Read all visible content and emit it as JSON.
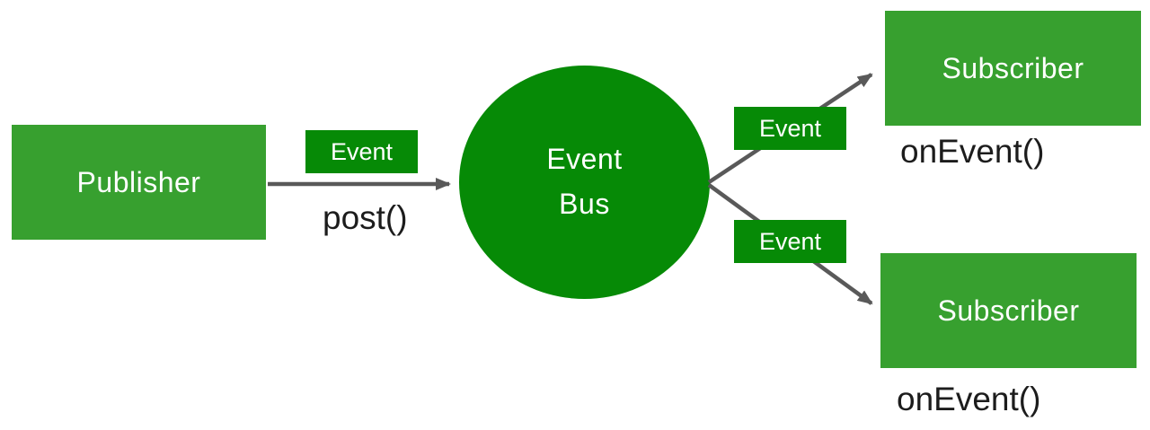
{
  "diagram": {
    "publisher": {
      "label": "Publisher",
      "method": "post()"
    },
    "event_bus": {
      "line1": "Event",
      "line2": "Bus"
    },
    "subscribers": [
      {
        "label": "Subscriber",
        "method": "onEvent()"
      },
      {
        "label": "Subscriber",
        "method": "onEvent()"
      }
    ],
    "event_labels": [
      "Event",
      "Event",
      "Event"
    ],
    "colors": {
      "node_green": "#37a02f",
      "accent_green": "#068a06",
      "arrow_gray": "#595959",
      "text_white": "#ffffff",
      "text_black": "#1c1c1c"
    }
  }
}
